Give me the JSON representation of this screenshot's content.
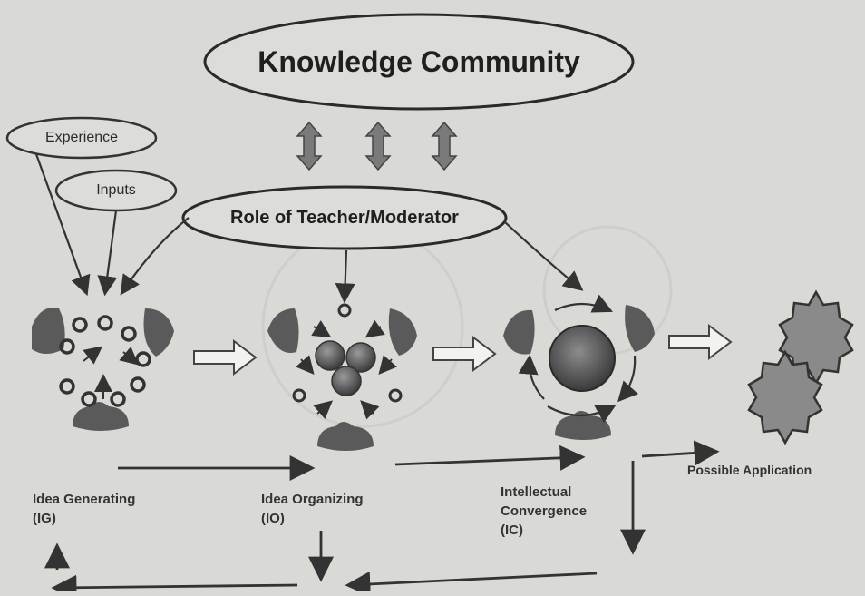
{
  "title": "Knowledge Community",
  "inputs": {
    "experience": "Experience",
    "inputs": "Inputs"
  },
  "moderator": "Role of Teacher/Moderator",
  "stages": [
    {
      "line1": "Idea Generating",
      "line2": "(IG)"
    },
    {
      "line1": "Idea Organizing",
      "line2": "(IO)"
    },
    {
      "line1": "Intellectual",
      "line2": "Convergence",
      "line3": "(IC)"
    }
  ],
  "outcome": "Possible Application",
  "colors": {
    "background": "#d9d9d6",
    "ink": "#3a3a3a",
    "figure": "#555555",
    "arrow_fill": "#f2f2f0"
  }
}
